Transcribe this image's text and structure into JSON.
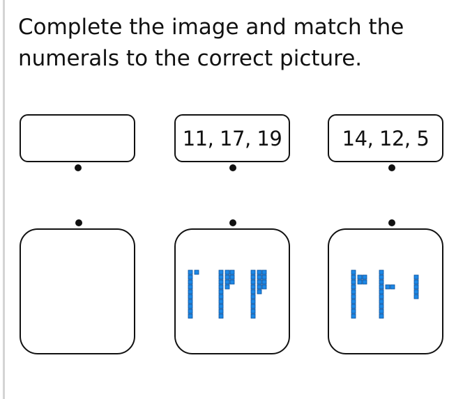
{
  "instructions": "Complete the image and match the numerals to the correct picture.",
  "cards": [
    {
      "label": "",
      "picture": "empty"
    },
    {
      "label": "11, 17, 19",
      "picture": "base-ten-blocks-group-1"
    },
    {
      "label": "14, 12, 5",
      "picture": "base-ten-blocks-group-2"
    }
  ],
  "colors": {
    "block_fill": "#1e88e5",
    "block_stroke": "#0b4f9a",
    "border": "#111111"
  },
  "icons": {
    "matching_dot": "filled-circle",
    "blocks": "base-ten-blocks"
  }
}
